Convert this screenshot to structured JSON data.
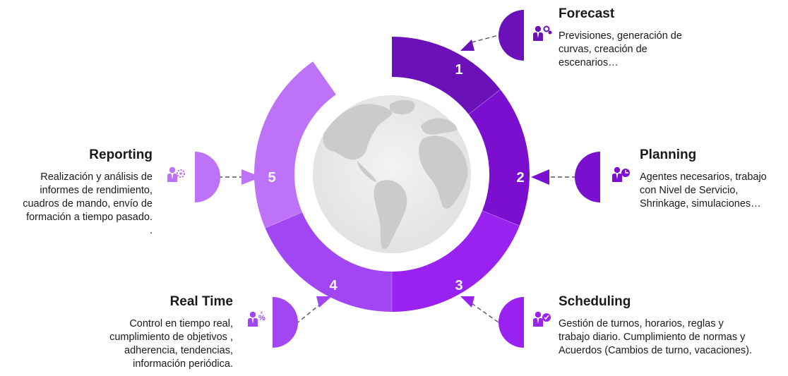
{
  "colors": {
    "seg1": "#6a11b9",
    "seg2": "#7a0fd0",
    "seg3": "#9a22f0",
    "seg4": "#a146f2",
    "seg5": "#bd72f7",
    "globe": "#cfcfcf",
    "globe_bg": "#ececec",
    "connector": "#555555"
  },
  "stages": [
    {
      "number": "1",
      "title": "Forecast",
      "icon": "person-gear-icon",
      "lines": [
        "Previsiones, generación de",
        "curvas,  creación de",
        "escenarios…"
      ]
    },
    {
      "number": "2",
      "title": "Planning",
      "icon": "person-chart-icon",
      "lines": [
        "Agentes necesarios, trabajo",
        "con Nivel de Servicio,",
        "Shrinkage, simulaciones…"
      ]
    },
    {
      "number": "3",
      "title": "Scheduling",
      "icon": "person-check-icon",
      "lines": [
        "Gestión de turnos, horarios, reglas y",
        "trabajo diario.  Cumplimiento de normas y",
        "Acuerdos (Cambios de turno, vacaciones)."
      ]
    },
    {
      "number": "4",
      "title": "Real Time",
      "icon": "person-percent-icon",
      "lines": [
        "Control en tiempo real,",
        "cumplimiento de objetivos ,",
        "adherencia, tendencias,",
        "información periódica."
      ]
    },
    {
      "number": "5",
      "title": "Reporting",
      "icon": "person-settings-icon",
      "lines": [
        "Realización y análisis de",
        "informes de rendimiento,",
        "cuadros de mando, envío de",
        "formación a tiempo pasado.",
        "."
      ]
    }
  ]
}
